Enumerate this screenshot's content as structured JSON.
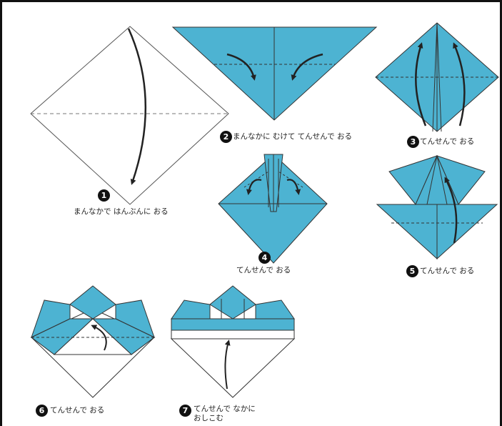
{
  "colors": {
    "paper_blue": "#4db3d2",
    "paper_white": "#ffffff",
    "line": "#333333",
    "frame": "#111111"
  },
  "steps": [
    {
      "number": "1",
      "caption": "まんなかで はんぶんに おる"
    },
    {
      "number": "2",
      "caption": "まんなかに むけて てんせんで おる"
    },
    {
      "number": "3",
      "caption": "てんせんで おる"
    },
    {
      "number": "4",
      "caption": "てんせんで おる"
    },
    {
      "number": "5",
      "caption": "てんせんで おる"
    },
    {
      "number": "6",
      "caption": "てんせんで おる"
    },
    {
      "number": "7",
      "caption_line1": "てんせんで なかに",
      "caption_line2": "おしこむ"
    }
  ]
}
